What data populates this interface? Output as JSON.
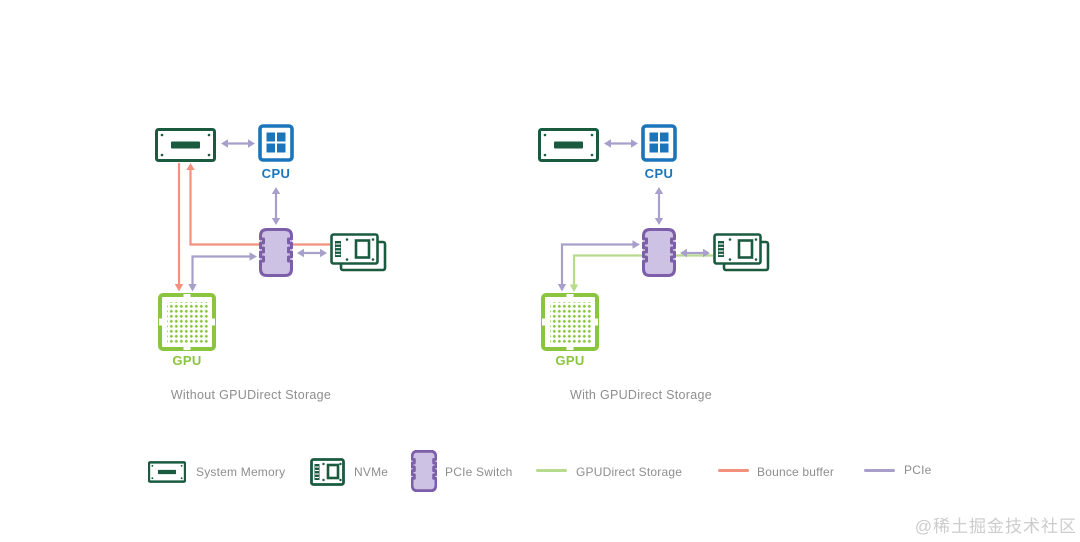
{
  "colors": {
    "dark_green": "#1a5b40",
    "blue": "#1b75bb",
    "purple_border": "#7c5fa8",
    "purple_fill": "#cdc1e4",
    "gpu_green": "#8bc53f",
    "gds_line": "#b8da8e",
    "bounce_line": "#f4917e",
    "pcie_line": "#a8a0ca",
    "text_gray": "#8e8e8e",
    "watermark_gray": "#cccccc"
  },
  "diagrams": [
    {
      "id": "without-gds",
      "caption": "Without GPUDirect Storage",
      "nodes": {
        "cpu": "CPU",
        "gpu": "GPU"
      }
    },
    {
      "id": "with-gds",
      "caption": "With GPUDirect Storage",
      "nodes": {
        "cpu": "CPU",
        "gpu": "GPU"
      }
    }
  ],
  "legend": {
    "items": [
      {
        "label": "System Memory",
        "icon": "system-memory-icon"
      },
      {
        "label": "NVMe",
        "icon": "nvme-icon"
      },
      {
        "label": "PCIe Switch",
        "icon": "pcie-switch-icon"
      },
      {
        "label": "GPUDirect Storage",
        "swatch": "#b8da8e"
      },
      {
        "label": "Bounce buffer",
        "swatch": "#f4917e"
      },
      {
        "label": "PCIe",
        "swatch": "#a8a0ca"
      }
    ]
  },
  "watermark": "@稀土掘金技术社区"
}
